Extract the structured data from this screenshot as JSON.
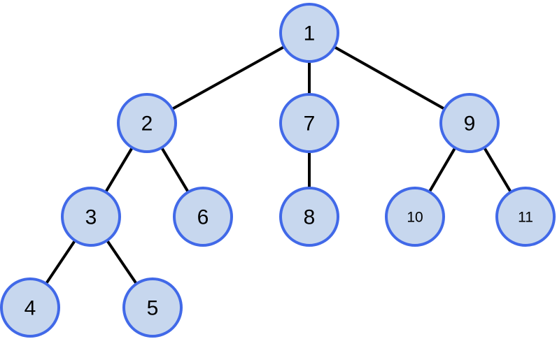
{
  "colors": {
    "node_fill": "#c7d7ee",
    "node_stroke": "#4169e8",
    "edge": "#000000"
  },
  "nodes": [
    {
      "id": "1",
      "label": "1"
    },
    {
      "id": "2",
      "label": "2"
    },
    {
      "id": "7",
      "label": "7"
    },
    {
      "id": "9",
      "label": "9"
    },
    {
      "id": "3",
      "label": "3"
    },
    {
      "id": "6",
      "label": "6"
    },
    {
      "id": "8",
      "label": "8"
    },
    {
      "id": "10",
      "label": "10"
    },
    {
      "id": "11",
      "label": "11"
    },
    {
      "id": "4",
      "label": "4"
    },
    {
      "id": "5",
      "label": "5"
    }
  ],
  "edges": [
    {
      "from": "1",
      "to": "2"
    },
    {
      "from": "1",
      "to": "7"
    },
    {
      "from": "1",
      "to": "9"
    },
    {
      "from": "2",
      "to": "3"
    },
    {
      "from": "2",
      "to": "6"
    },
    {
      "from": "7",
      "to": "8"
    },
    {
      "from": "9",
      "to": "10"
    },
    {
      "from": "9",
      "to": "11"
    },
    {
      "from": "3",
      "to": "4"
    },
    {
      "from": "3",
      "to": "5"
    }
  ]
}
